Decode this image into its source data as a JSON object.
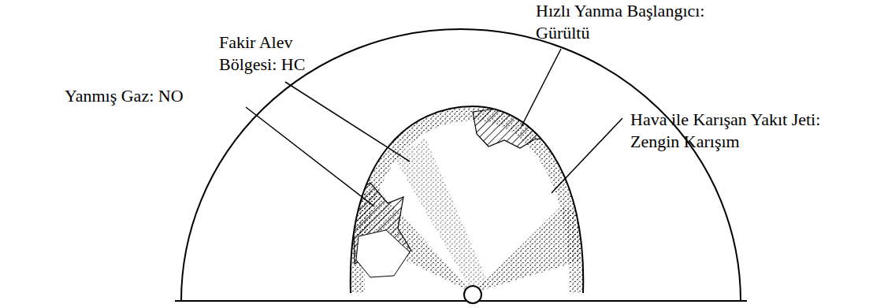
{
  "diagram": {
    "labels": [
      "Hızlı Yanma Başlangıcı: Gürültü",
      "Fakir Alev Bölgesi: HC",
      "Yanmış Gaz: NO",
      "Hava ile Karışan Yakıt Jeti: Zengin Karışım"
    ]
  }
}
